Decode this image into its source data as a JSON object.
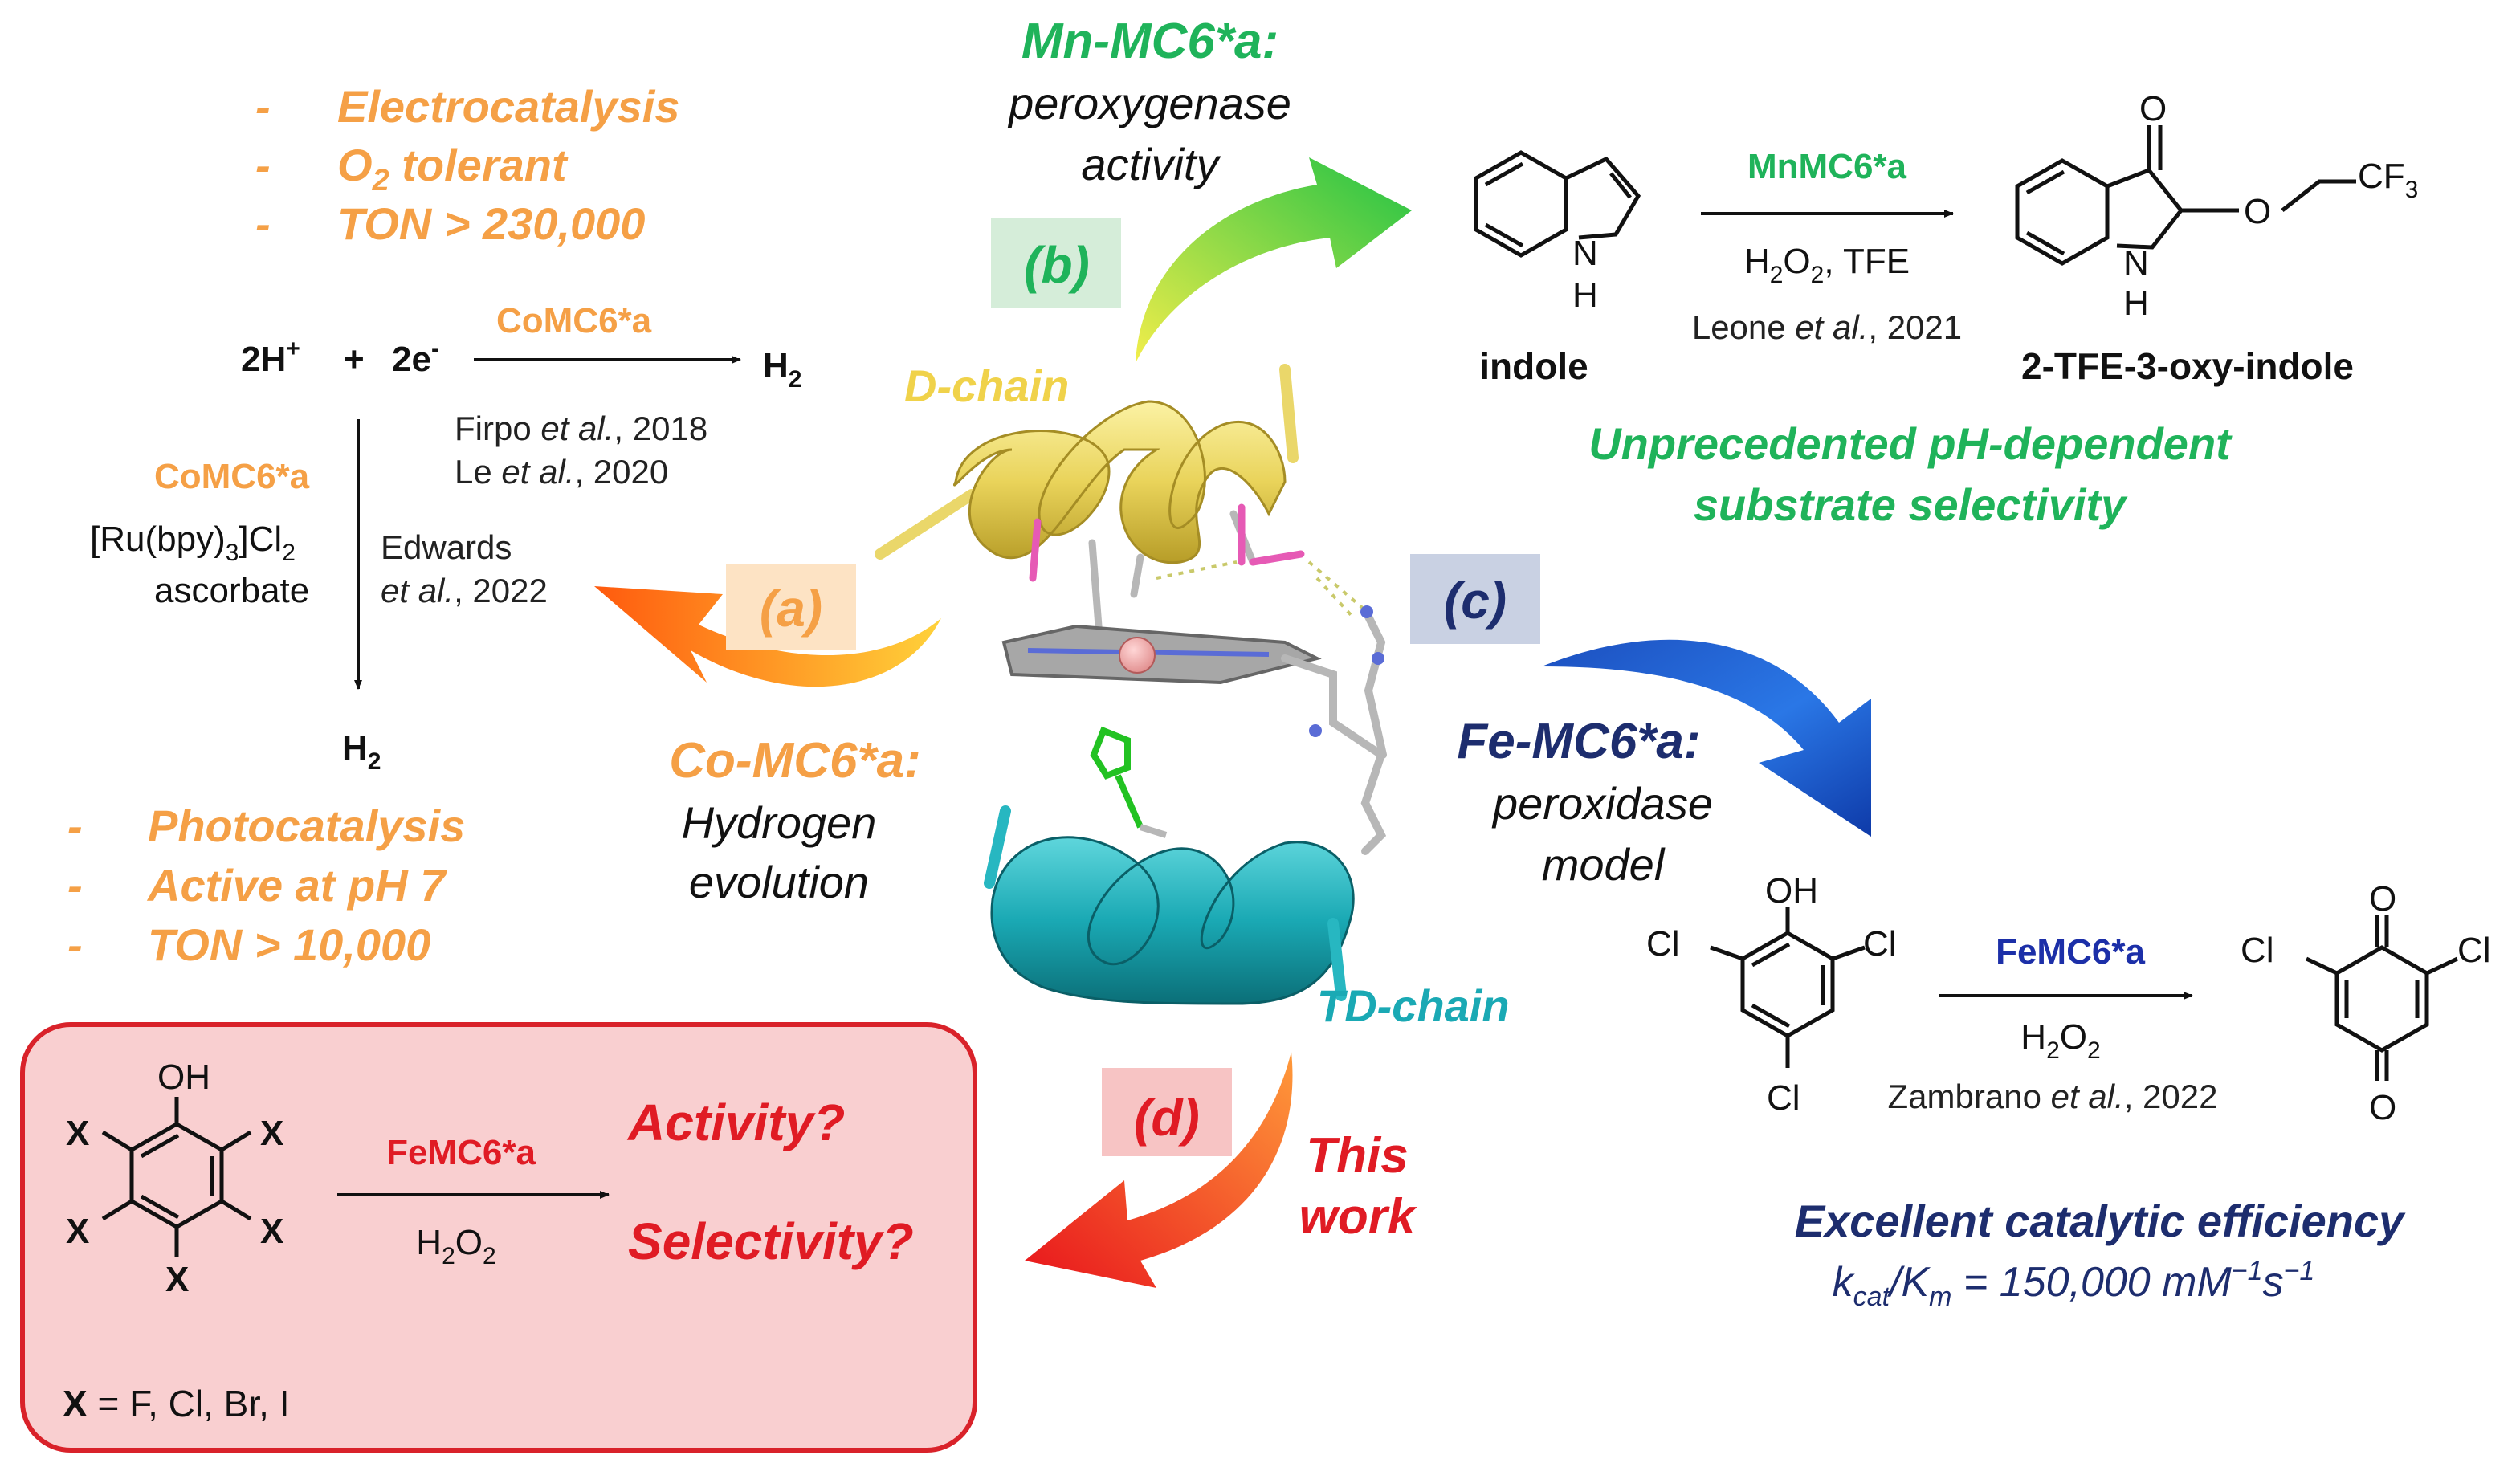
{
  "colors": {
    "orange": "#f5a046",
    "orange_dark": "#ee7d1f",
    "green": "#1fb35a",
    "navy": "#1d2d6e",
    "red": "#e01b24",
    "yellow": "#f0d24a",
    "cyan": "#1aa9b4",
    "black": "#111111",
    "red_box_fill": "#f9cfd0",
    "red_box_border": "#d9222a"
  },
  "co_section": {
    "features_top": [
      "Electrocatalysis",
      "O",
      "2",
      " tolerant",
      "TON > 230,000"
    ],
    "reaction_lhs_a": "2H",
    "reaction_lhs_a_sup": "+",
    "reaction_plus": "+",
    "reaction_lhs_b": "2e",
    "reaction_lhs_b_sup": "-",
    "catalyst": "CoMC6*a",
    "product": "H",
    "product_sub": "2",
    "ref1_author": "Firpo ",
    "ref1_etal": "et al.",
    "ref1_year": ", 2018",
    "ref2_author": "Le ",
    "ref2_etal": "et al.",
    "ref2_year": ", 2020",
    "photo_catalyst": "CoMC6*a",
    "photo_ru": "[Ru(bpy)",
    "photo_ru_sub3": "3",
    "photo_ru_cl": "]Cl",
    "photo_ru_sub2": "2",
    "photo_ascorbate": "ascorbate",
    "ref3_author": "Edwards",
    "ref3_etal": "et al.",
    "ref3_year": ", 2022",
    "photo_product": "H",
    "photo_product_sub": "2",
    "features_bottom": [
      "Photocatalysis",
      "Active at pH 7",
      "TON > 10,000"
    ],
    "label_a": "(a)",
    "enzyme_name": "Co-MC6*a:",
    "enzyme_role_1": "Hydrogen",
    "enzyme_role_2": "evolution"
  },
  "mn_section": {
    "enzyme_name": "Mn-MC6*a:",
    "enzyme_role_1": "peroxygenase",
    "enzyme_role_2": "activity",
    "label_b": "(b)",
    "substrate": "indole",
    "catalyst": "MnMC6*a",
    "reagent_h2o2": "H",
    "reagent_h2o2_sub": "2",
    "reagent_o": "O",
    "reagent_o_sub": "2",
    "reagent_tfe": ", TFE",
    "ref_author": "Leone ",
    "ref_etal": "et al.",
    "ref_year": ", 2021",
    "product": "2-TFE-3-oxy-indole",
    "note_1": "Unprecedented pH-dependent",
    "note_2": "substrate selectivity",
    "atom_O": "O",
    "atom_NH_N": "N",
    "atom_NH_H": "H",
    "atom_CF3": "CF",
    "atom_CF3_sub": "3"
  },
  "protein": {
    "d_chain": "D-chain",
    "td_chain": "TD-chain"
  },
  "fe_section": {
    "label_c": "(c)",
    "enzyme_name": "Fe-MC6*a:",
    "enzyme_role_1": "peroxidase",
    "enzyme_role_2": "model",
    "catalyst": "FeMC6*a",
    "reagent": "H",
    "reagent_sub": "2",
    "reagent_o": "O",
    "reagent_o_sub": "2",
    "ref_author": "Zambrano ",
    "ref_etal": "et al.",
    "ref_year": ", 2022",
    "atom_OH": "OH",
    "atom_Cl": "Cl",
    "atom_O": "O",
    "efficiency_title": "Excellent catalytic efficiency",
    "kcat": "k",
    "kcat_sub": "cat",
    "km": "/K",
    "km_sub": "m",
    "kcat_value": " = 150,000 mM",
    "kcat_unit_sup1": "−1",
    "kcat_unit_s": "s",
    "kcat_unit_sup2": "−1"
  },
  "this_work": {
    "label_d": "(d)",
    "line1": "This",
    "line2": "work",
    "atom_OH": "OH",
    "atom_X": "X",
    "catalyst": "FeMC6*a",
    "reagent": "H",
    "reagent_sub": "2",
    "reagent_o": "O",
    "reagent_o_sub": "2",
    "question_1": "Activity?",
    "question_2": "Selectivity?",
    "x_def_x": "X",
    "x_def_rest": " = F, Cl, Br, I"
  }
}
